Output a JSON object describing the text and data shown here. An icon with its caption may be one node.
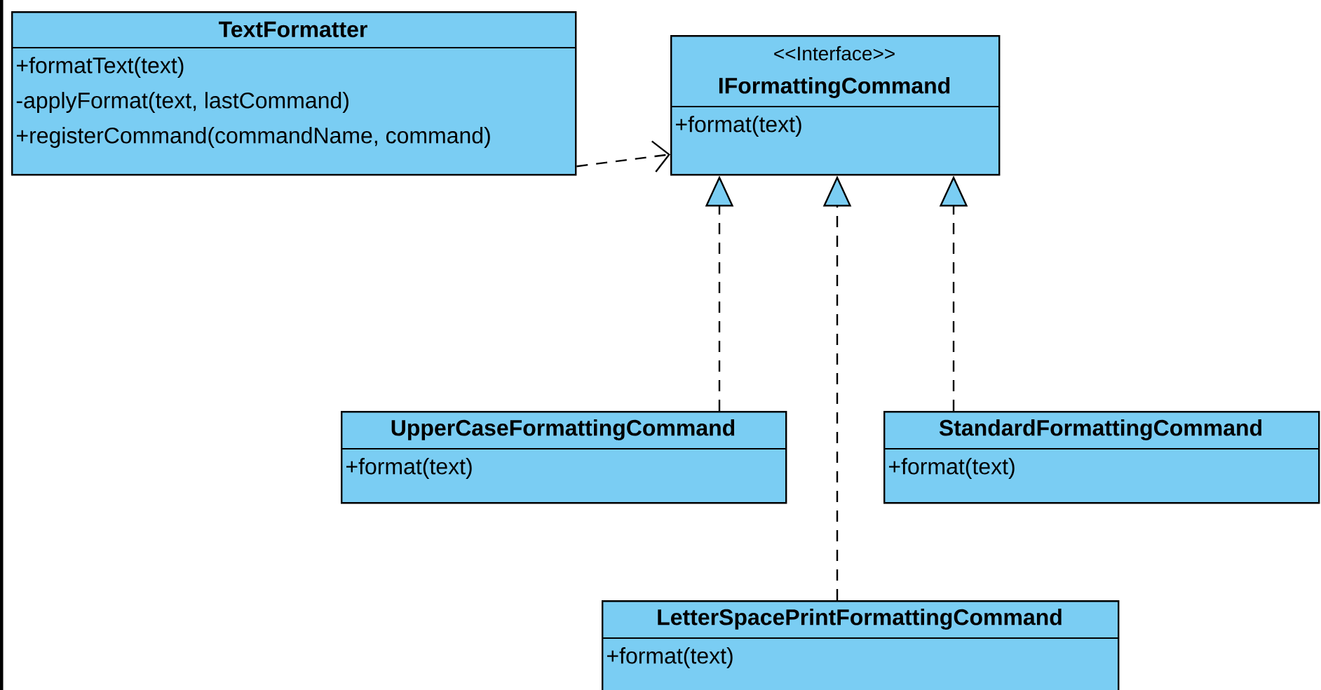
{
  "diagram": {
    "nodes": [
      {
        "text": [
          "TextFormatter",
          "+formatText(text)",
          "-applyFormat(text, lastCommand)",
          "+registerCommand(commandName, command)"
        ]
      },
      {
        "text": [
          "<<Interface>>",
          "IFormattingCommand",
          "+format(text)"
        ]
      },
      {
        "text": [
          "UpperCaseFormattingCommand",
          "+format(text)"
        ]
      },
      {
        "text": [
          "StandardFormattingCommand",
          "+format(text)"
        ]
      },
      {
        "text": [
          "LetterSpacePrintFormattingCommand",
          "+format(text)"
        ]
      }
    ],
    "edges": [
      {
        "from": 0,
        "to": 1,
        "arrow": "to",
        "style": "dashed"
      },
      {
        "from": 2,
        "to": 1,
        "arrow": "to",
        "style": "dashed"
      },
      {
        "from": 4,
        "to": 1,
        "arrow": "to",
        "style": "dashed"
      },
      {
        "from": 3,
        "to": 1,
        "arrow": "to",
        "style": "dashed"
      }
    ]
  }
}
